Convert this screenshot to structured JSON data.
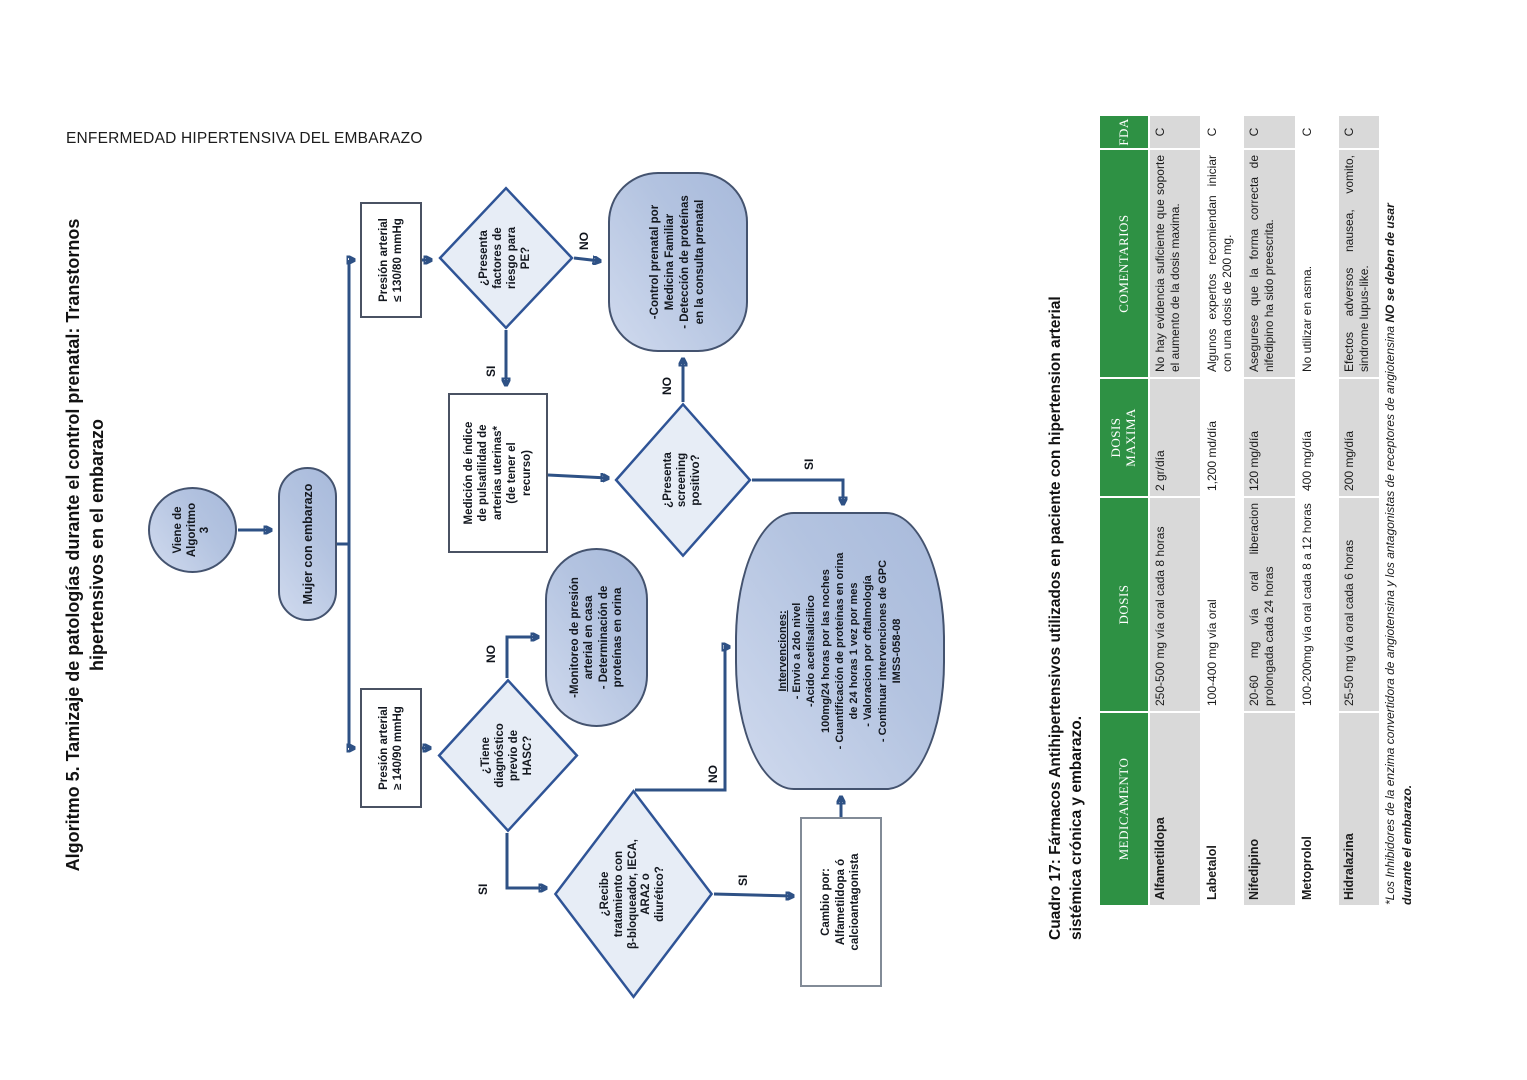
{
  "page": {
    "header": "ENFERMEDAD HIPERTENSIVA DEL EMBARAZO"
  },
  "algorithm": {
    "title_line1": "Algoritmo 5. Tamizaje de patologías durante  el control prenatal: Transtornos",
    "title_line2": "hipertensivos en el embarazo",
    "nodes": {
      "start": "Viene de\nAlgoritmo\n3",
      "mujer": "Mujer con embarazo",
      "bp_low": "Presión arterial\n≤ 130/80 mmHg",
      "pe": "¿Presenta\nfactores de\nriesgo para\nPE?",
      "control": "-Control prenatal por\nMedicina Familiar\n- Detección de proteínas\nen la consulta prenatal",
      "medicion": "Medición de índice\nde pulsatilidad de\narterias uterinas*\n(de tener el\nrecurso)",
      "screening": "¿Presenta\nscreening\npositivo?",
      "bp_high": "Presión arterial\n≥ 140/90 mmHg",
      "hasc": "¿Tiene\ndiagnóstico\nprevio de\nHASC?",
      "monitoreo": "-Monitoreo de presión\narterial en casa\n- Determinación de\nproteínas en orina",
      "recibe": "¿Recibe\ntratamiento con\nβ-bloqueador, IECA,\nARA2 o\ndiurético?",
      "intervenciones_title": "Intervenciones:",
      "intervenciones_body": "- Envio a 2do nivel\n-Acido acetilsalicilico\n100mg/24 horas por las noches\n- Cuantificación de proteínas en orina\nde 24 horas  1 vez por mes\n- Valoracion por oftalmología\n- Continuar intervenciones de GPC\nIMSS-058-08",
      "cambio": "Cambio por:\nAlfametildopa ó\ncalcioantagonista"
    },
    "labels": {
      "pe_no": "NO",
      "pe_si": "SI",
      "screening_no": "NO",
      "screening_si": "SI",
      "hasc_no": "NO",
      "hasc_si": "SI",
      "recibe_no": "NO",
      "recibe_si": "SI"
    }
  },
  "table": {
    "caption_line1": "Cuadro 17:  Fármacos Antihipertensivos utilizados en paciente con hipertension arterial",
    "caption_line2": "sistémica crónica y embarazo.",
    "columns": [
      "MEDICAMENTO",
      "DOSIS",
      "DOSIS\nMAXIMA",
      "COMENTARIOS",
      "FDA"
    ],
    "rows": [
      {
        "med": "Alfametildopa",
        "dosis": "250-500 mg vía oral cada 8 horas",
        "maxima": "2 gr/día",
        "comentarios": "No hay evidencia suficiente que soporte el aumento de la dosis maxima.",
        "fda": "C"
      },
      {
        "med": "Labetalol",
        "dosis": "100-400 mg vía oral",
        "maxima": "1,200 md/día",
        "comentarios": "Algunos expertos recomiendan iniciar con una dosis de 200 mg.",
        "fda": "C"
      },
      {
        "med": "Nifedipino",
        "dosis": "20-60 mg vía oral liberacion prolongada cada 24 horas",
        "maxima": "120 mg/día",
        "comentarios": "Asegurese que la forma correcta de nifedipino ha sido preescrita.",
        "fda": "C"
      },
      {
        "med": "Metoprolol",
        "dosis": "100-200mg vía oral cada 8 a 12 horas",
        "maxima": "400 mg/día",
        "comentarios": "No utilizar en asma.",
        "fda": "C"
      },
      {
        "med": "Hidralazina",
        "dosis": "25-50 mg vía oral cada 6 horas",
        "maxima": "200 mg/día",
        "comentarios": "Efectos adversos nausea, vomito, sindrome lupus-like.",
        "fda": "C"
      }
    ],
    "footnote_text": "*Los Inhibidores de la enzima convertidora de angiotensina y los antagonistas de receptores de angiotensina ",
    "footnote_bold1": "NO se deben de usar",
    "footnote_bold2": "durante el embarazo."
  },
  "colors": {
    "header_green": "#2e9144",
    "row_gray": "#d9d9d9",
    "node_fill": "#b3c3e0",
    "diamond_fill": "#e7edf6",
    "diamond_border": "#2f5496",
    "arrow": "#2e5185"
  }
}
